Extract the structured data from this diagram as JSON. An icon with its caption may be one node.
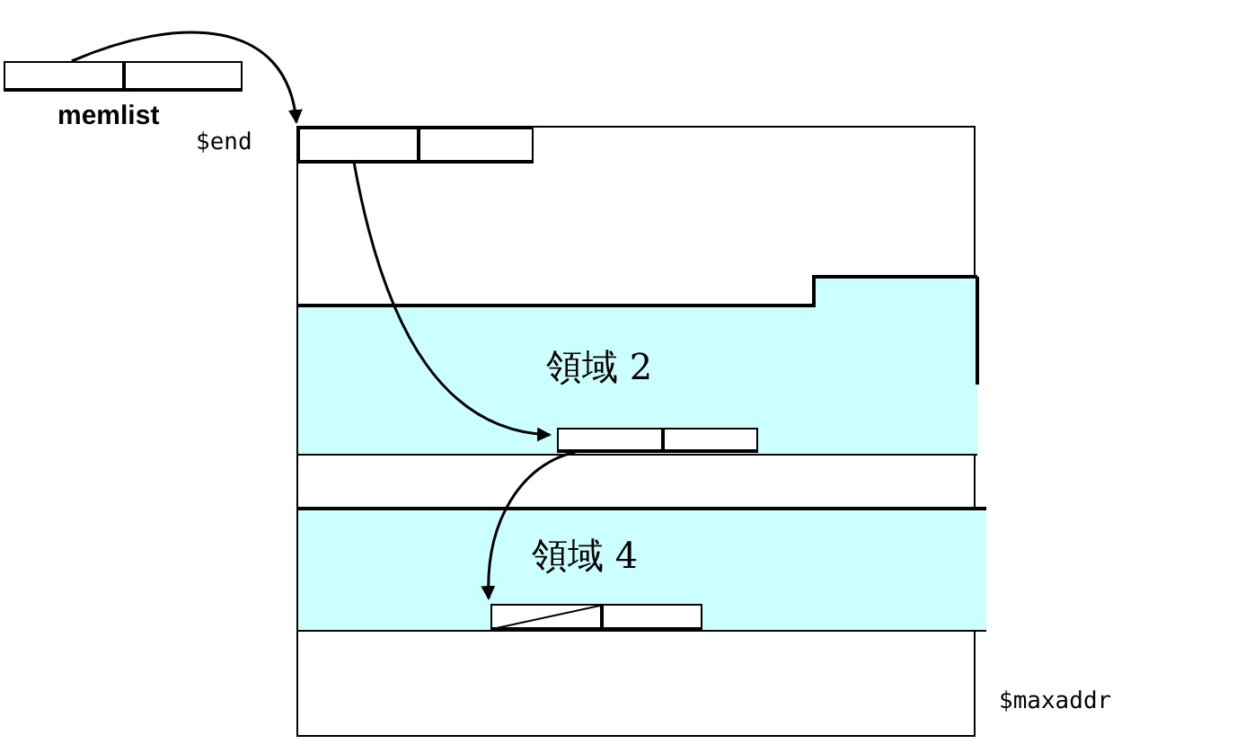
{
  "diagram": {
    "nodes": [
      {
        "text": [],
        "shape": "box",
        "beside": [
          "memlist"
        ]
      },
      {
        "text": [],
        "shape": "box"
      },
      {
        "text": [],
        "shape": "box",
        "in": 1
      },
      {
        "text": [
          "領域 2"
        ],
        "in": 1
      },
      {
        "text": [],
        "shape": "box",
        "in": 3
      },
      {
        "text": [
          "領域 4"
        ],
        "in": 1
      },
      {
        "text": [],
        "shape": "box",
        "in": 5
      }
    ],
    "edges": [
      {
        "from": 0,
        "to": 2,
        "arrow": "to"
      },
      {
        "from": 2,
        "to": 4,
        "arrow": "to"
      },
      {
        "from": 4,
        "to": 6,
        "arrow": "to"
      }
    ],
    "labels": [
      "$end",
      "$maxaddr"
    ]
  }
}
